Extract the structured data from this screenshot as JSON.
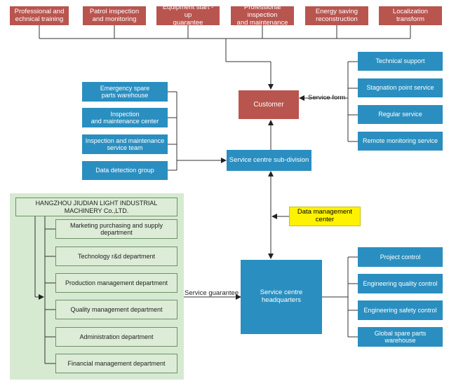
{
  "top_services": [
    "Professional and\nechnical training",
    "Patrol inspection\nand monitoring",
    "Equipment start - up\nguarantee",
    "Professional inspection\nand maintenance",
    "Energy saving\nreconstruction",
    "Localization transform"
  ],
  "customer": "Customer",
  "service_form_label": "Service form",
  "service_forms": [
    "Technical support",
    "Stagnation point service",
    "Regular service",
    "Remote monitoring service"
  ],
  "sub_division": "Service centre sub-division",
  "sub_division_units": [
    "Emergency spare\nparts warehouse",
    "Inspection\nand maintenance center",
    "Inspection and maintenance\nservice team",
    "Data detection group"
  ],
  "data_center": "Data management center",
  "headquarters": "Service centre headquarters",
  "headquarters_units": [
    "Project control",
    "Engineering quality control",
    "Engineering safety control",
    "Global spare parts warehouse"
  ],
  "company": {
    "name": "HANGZHOU JIUDIAN LIGHT INDUSTRIAL\nMACHINERY Co.,LTD.",
    "departments": [
      "Marketing purchasing and supply department",
      "Technology r&d department",
      "Production management department",
      "Quality management department",
      "Administration department",
      "Financial management department"
    ]
  },
  "service_guarantee_label": "Service guarantee",
  "colors": {
    "red": "#b9554f",
    "blue": "#2a8fc0",
    "green_panel": "#d6ead1",
    "yellow": "#fff200"
  }
}
